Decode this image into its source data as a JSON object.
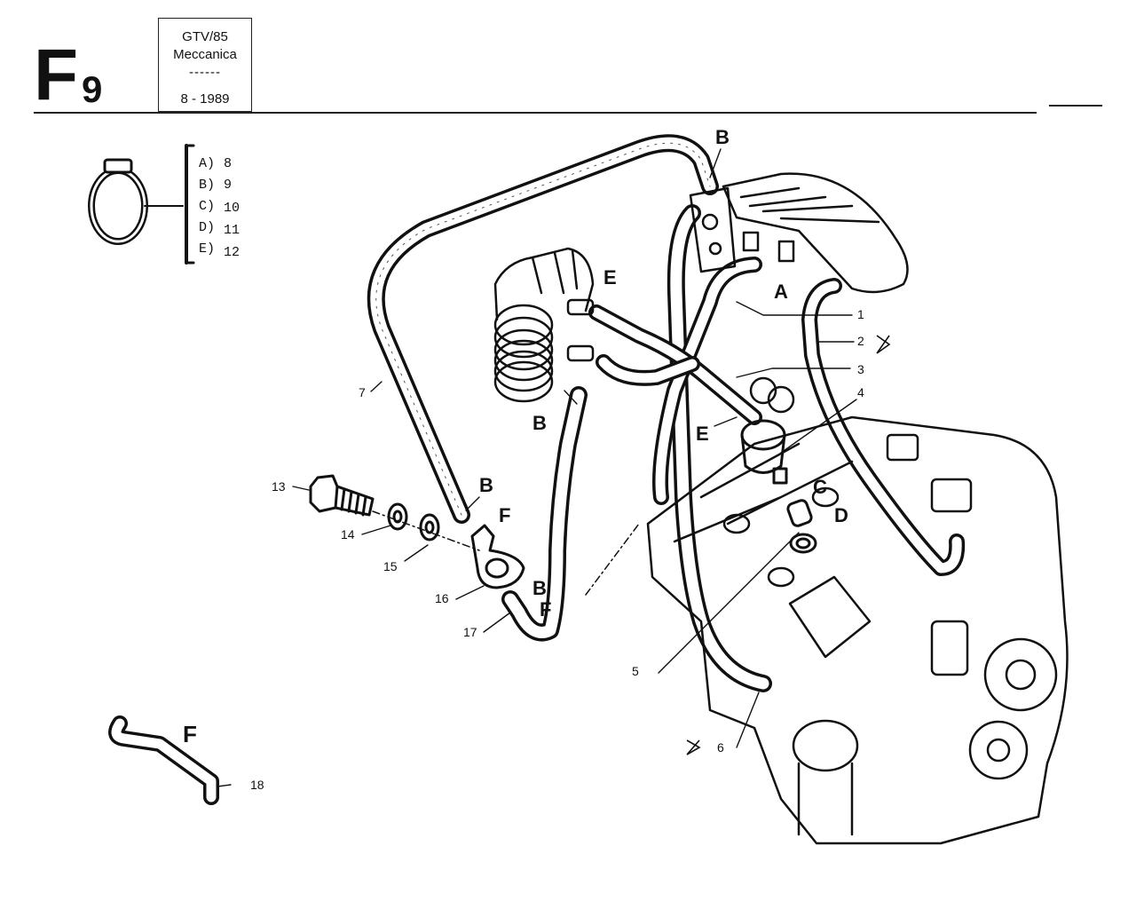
{
  "header": {
    "code_letter": "F",
    "code_number": "9",
    "model": "GTV/85",
    "section": "Meccanica",
    "separator": "------",
    "date": "8 - 1989"
  },
  "clamp_sizes": [
    {
      "letter": "A)",
      "size": "8"
    },
    {
      "letter": "B)",
      "size": "9"
    },
    {
      "letter": "C)",
      "size": "10"
    },
    {
      "letter": "D)",
      "size": "11"
    },
    {
      "letter": "E)",
      "size": "12"
    }
  ],
  "hose_letters": {
    "B_top": "B",
    "E_top": "E",
    "A": "A",
    "B_mid": "B",
    "E_mid": "E",
    "C": "C",
    "D": "D",
    "B_left": "B",
    "F_left": "F",
    "B_low": "B",
    "F_low": "F",
    "F_part18": "F"
  },
  "parts": {
    "p1": "1",
    "p2": "2",
    "p3": "3",
    "p4": "4",
    "p5": "5",
    "p6": "6",
    "p7": "7",
    "p13": "13",
    "p14": "14",
    "p15": "15",
    "p16": "16",
    "p17": "17",
    "p18": "18"
  }
}
